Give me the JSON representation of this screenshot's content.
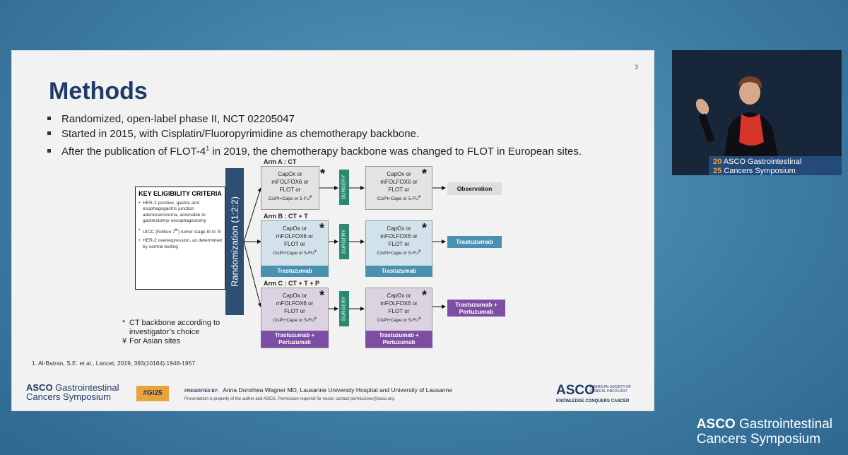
{
  "slide": {
    "page_number": "3",
    "title": "Methods",
    "bullets": [
      {
        "pre": "Randomized, open-label phase II, NCT 02205047",
        "sup": "",
        "post": ""
      },
      {
        "pre": "Started in 2015, with Cisplatin/Fluoropyrimidine as chemotherapy backbone.",
        "sup": "",
        "post": ""
      },
      {
        "pre": "After the publication of FLOT-4",
        "sup": "1",
        "post": " in 2019, the chemotherapy backbone was changed to FLOT in European sites."
      }
    ],
    "eligibility": {
      "title": "KEY ELIGIBILITY CRITERIA",
      "item1": "HER-2 positive, gastric and esophagogastric junction adenocarcinoma, amenable to gastrectomy/ oesophagectomy",
      "item2_pre": "UICC (Edition 7",
      "item2_sup": "th",
      "item2_post": ") tumor stage Ib to III",
      "item3": "HER-2 overexpression, as determined by central testing"
    },
    "randomization": "Randomization (1:2:2)",
    "chemo": {
      "line1": "CapOx or",
      "line2": "mFOLFOX6 or",
      "line3": "FLOT or",
      "line4": "CisPt+Cape or 5-FU",
      "yen": "¥",
      "star": "*"
    },
    "surgery": "SURGERY",
    "arms": [
      {
        "label": "Arm A : CT",
        "bar": "",
        "outcome": "Observation"
      },
      {
        "label": "Arm B : CT + T",
        "bar": "Trastuzumab",
        "outcome": "Trastuzumab"
      },
      {
        "label": "Arm C : CT + T + P",
        "bar": "Trastuzumab + Pertuzumab",
        "outcome": "Trastuzumab + Pertuzumab"
      }
    ],
    "notes": {
      "star_sym": "*",
      "star_text": "CT backbone according to investigator’s choice",
      "yen_sym": "¥",
      "yen_text": "For Asian sites"
    },
    "reference": "1. Al-Batran, S.E. et al., Lancet, 2019, 393(10184):1948-1957",
    "footer": {
      "logo_line1_bold": "ASCO",
      "logo_line1_rest": " Gastrointestinal",
      "logo_line2": "Cancers Symposium",
      "hashtag": "#GI25",
      "presented_label": "PRESENTED BY:",
      "presenter": "Anna Dorothea Wagner MD, Lausanne University Hospital and University of Lausanne",
      "disclaimer": "Presentation is property of the author and ASCO. Permission required for reuse; contact permissions@asco.org.",
      "asco": "ASCO",
      "asco_sub1": "AMERICAN SOCIETY OF",
      "asco_sub2": "CLINICAL ONCOLOGY",
      "tagline": "KNOWLEDGE CONQUERS CANCER"
    }
  },
  "video": {
    "podium_line1_yr": "20",
    "podium_line1_text": "ASCO Gastrointestinal",
    "podium_line2_yr": "25",
    "podium_line2_text": "Cancers Symposium"
  },
  "brand": {
    "line1_bold": "ASCO",
    "line1_rest": " Gastrointestinal",
    "line2": "Cancers Symposium"
  },
  "colors": {
    "title": "#1f3a66",
    "randomization": "#2d4f73",
    "surgery": "#2a8a6e",
    "trastuzumab": "#4a90b0",
    "pertuzumab": "#7c4fa5",
    "hashtag_bg": "#e8a33a"
  }
}
